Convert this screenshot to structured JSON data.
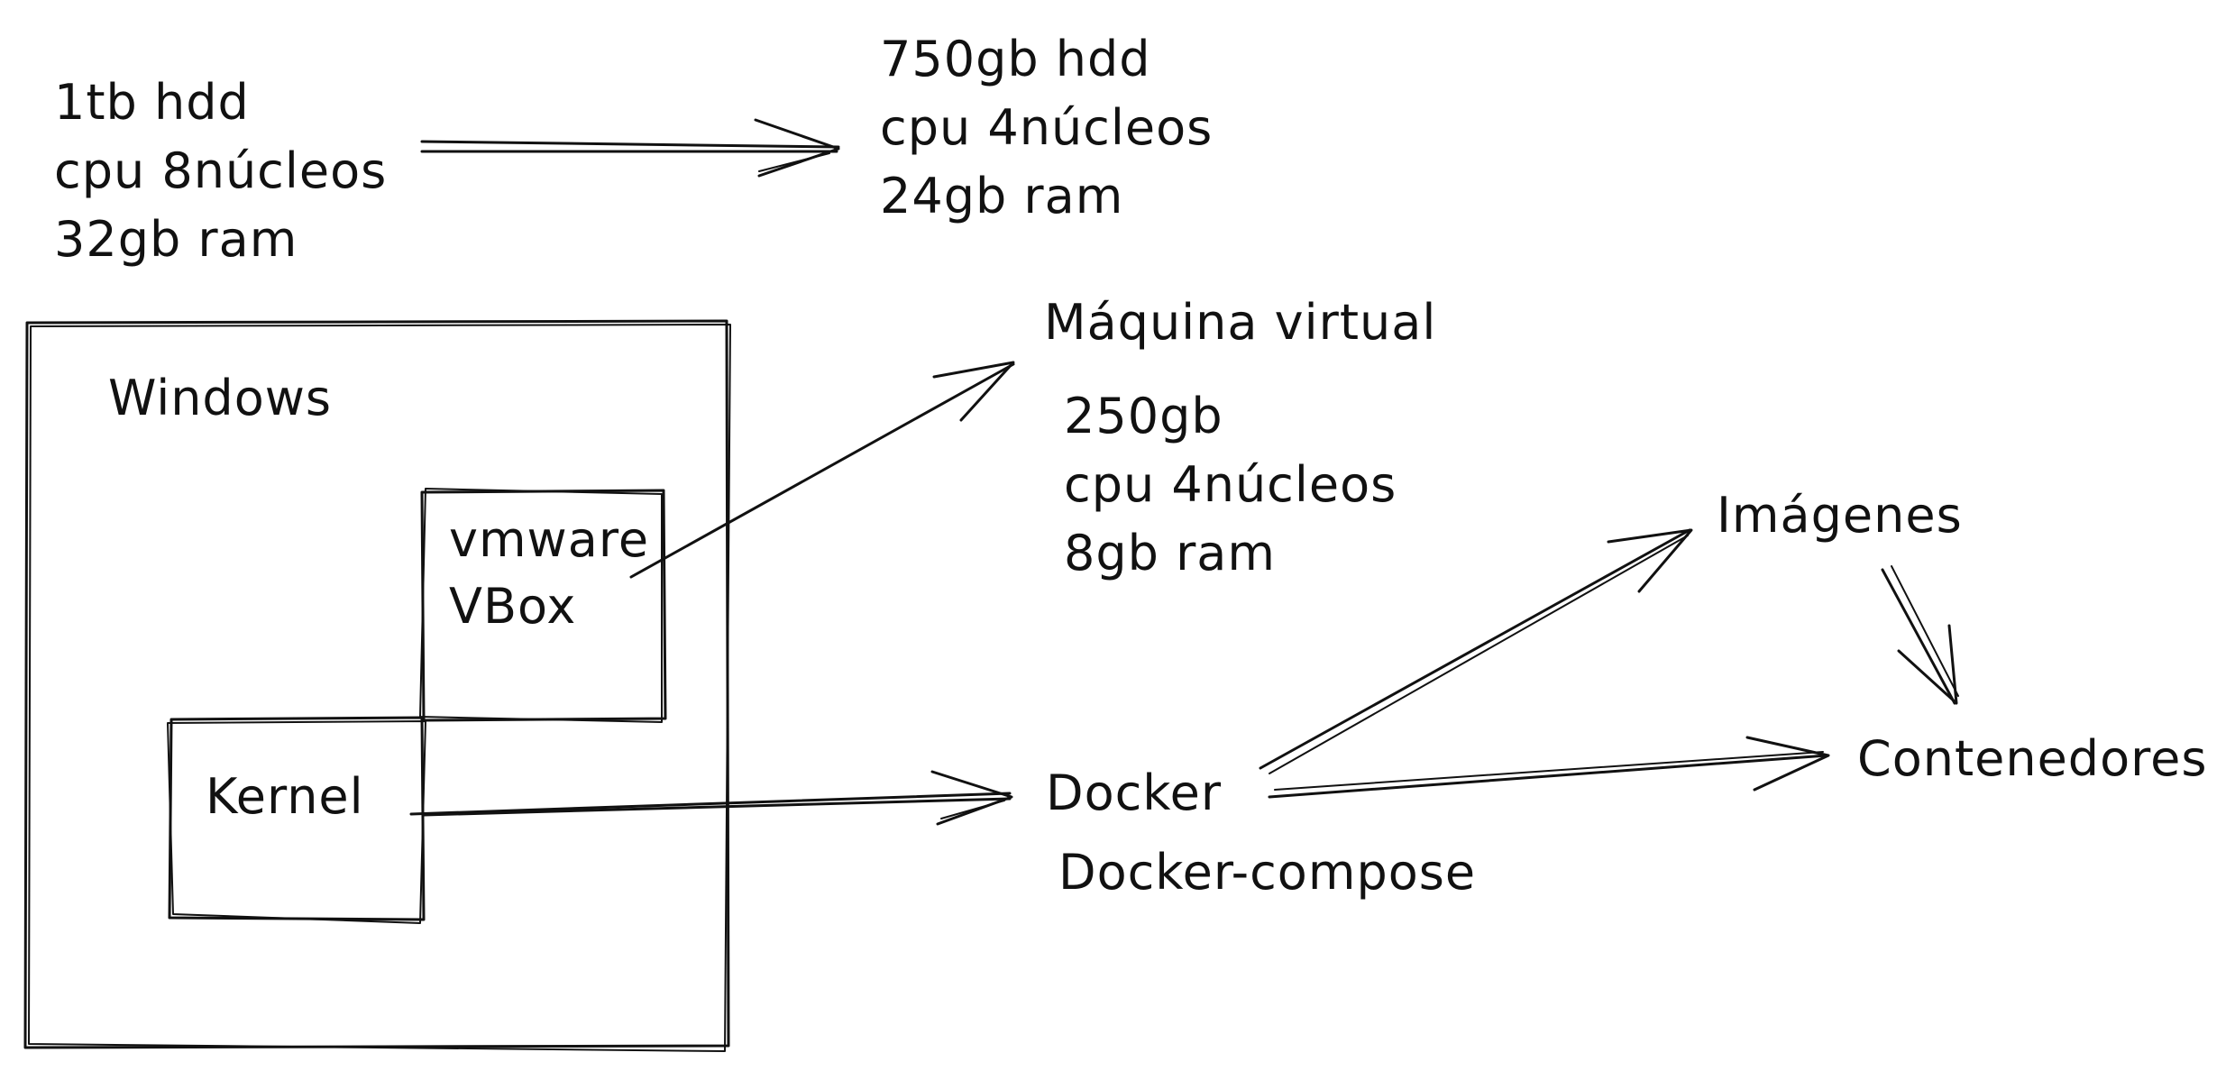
{
  "colors": {
    "ink": "#111111",
    "background": "#ffffff"
  },
  "host_specs": [
    "1tb hdd",
    "cpu 8núcleos",
    "32gb ram"
  ],
  "remaining_specs": [
    "750gb hdd",
    "cpu 4núcleos",
    "24gb ram"
  ],
  "windows_box": {
    "label": "Windows",
    "vm_box": {
      "lines": [
        "vmware",
        "VBox"
      ]
    },
    "kernel_box": {
      "label": "Kernel"
    }
  },
  "virtual_machine": {
    "title": "Máquina virtual",
    "specs": [
      "250gb",
      "cpu 4núcleos",
      "8gb ram"
    ]
  },
  "docker": {
    "label": "Docker",
    "compose_label": "Docker-compose"
  },
  "images_label": "Imágenes",
  "containers_label": "Contenedores"
}
